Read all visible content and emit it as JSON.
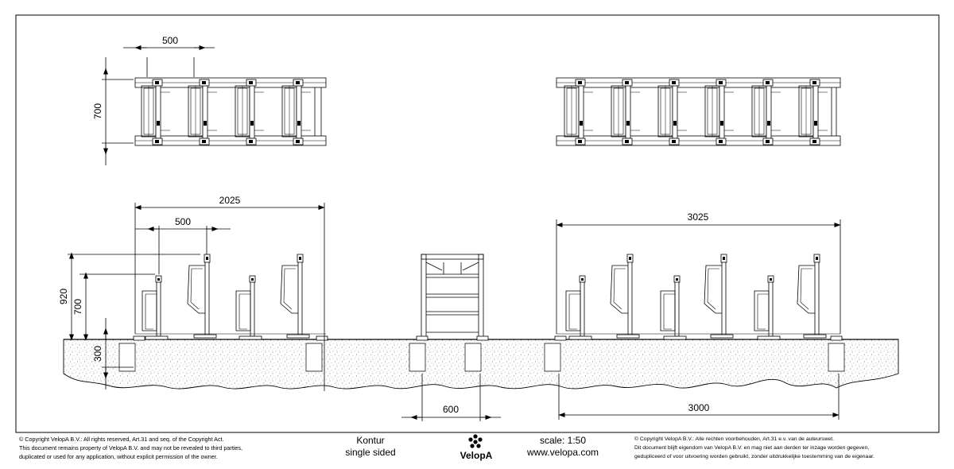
{
  "dimensions": {
    "top_spacing": "500",
    "top_depth": "700",
    "left_length": "2025",
    "left_spacing": "500",
    "height_high": "920",
    "height_low": "700",
    "foundation_depth": "300",
    "right_length": "3025",
    "foundation_width": "600",
    "right_base": "3000"
  },
  "title_block": {
    "copyright_en": [
      "© Copyright VelopA B.V.: All rights reserved, Art.31 and seq. of the Copyright Act.",
      "This document remains property of VelopA B.V. and may not be revealed to third parties,",
      "duplicated or used for any application, without explicit permission of the owner."
    ],
    "product_name": "Kontur",
    "product_variant": "single sided",
    "logo_text": "VelopA",
    "scale": "scale: 1:50",
    "website": "www.velopa.com",
    "copyright_nl": [
      "© Copyright VelopA B.V.: Alle rechten voorbehouden, Art.31 e.v. van de auteurswet.",
      "Dit document blijft eigendom van VelopA B.V. en mag niet aan derden ter inzage worden gegeven,",
      "gedupliceerd of voor uitvoering worden gebruikt, zonder uitdrukkelijke toestemming van de eigenaar."
    ]
  }
}
